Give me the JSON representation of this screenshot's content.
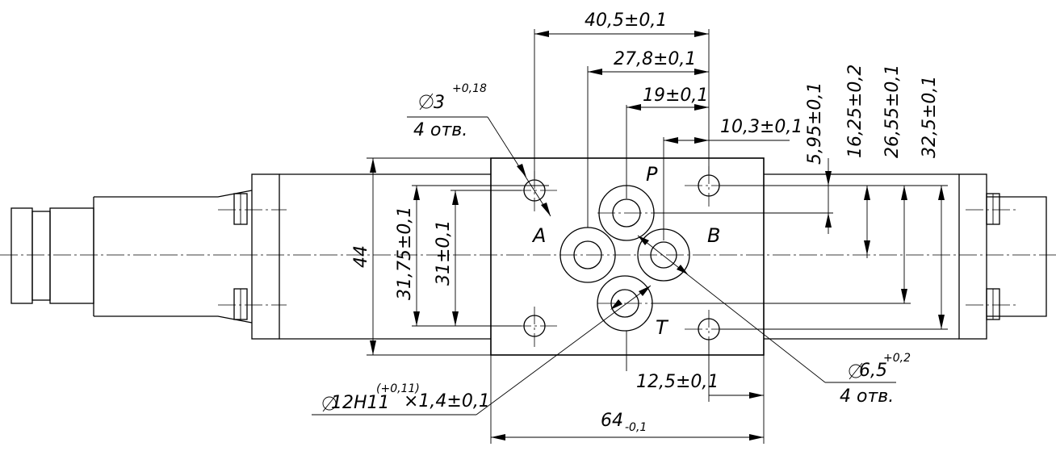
{
  "ports": {
    "a": "A",
    "b": "B",
    "p": "P",
    "t": "T"
  },
  "dimensions": {
    "width_40_5": "40,5±0,1",
    "width_27_8": "27,8±0,1",
    "width_19": "19±0,1",
    "width_10_3": "10,3±0,1",
    "height_5_95": "5,95±0,1",
    "height_16_25": "16,25±0,2",
    "height_26_55": "26,55±0,1",
    "height_32_5": "32,5±0,1",
    "height_44": "44",
    "height_31_75": "31,75±0,1",
    "height_31": "31±0,1",
    "width_12_5": "12,5±0,1",
    "width_64_base": "64",
    "width_64_tol": "-0,1"
  },
  "callouts": {
    "small_holes": {
      "dia": "3",
      "tol": "+0,18",
      "count": "4 отв."
    },
    "large_holes": {
      "dia": "6,5",
      "tol": "+0,2",
      "count": "4 отв."
    },
    "counterbore": {
      "dia": "12H11",
      "tol": "(+0,11)",
      "depth": "×1,4±0,1"
    }
  }
}
